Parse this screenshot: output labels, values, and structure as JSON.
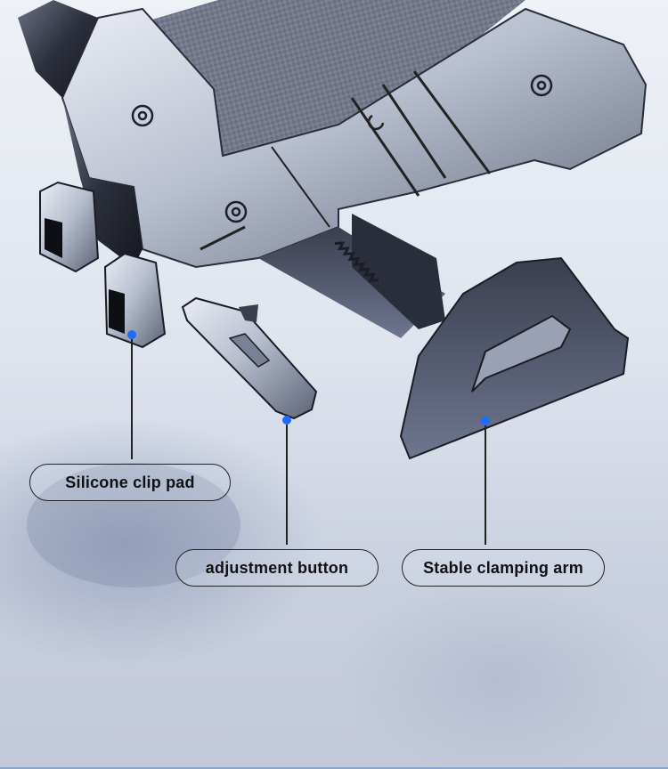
{
  "scene": {
    "subject": "exploded view of phone mount holder",
    "background_color": "#dfe4ee",
    "accent_dot_color": "#1f6bff"
  },
  "callouts": [
    {
      "id": "clip-pad",
      "label": "Silicone clip pad",
      "dot": [
        148,
        376
      ]
    },
    {
      "id": "adjust-button",
      "label": "adjustment button",
      "dot": [
        322,
        473
      ]
    },
    {
      "id": "clamping-arm",
      "label": "Stable clamping arm",
      "dot": [
        545,
        473
      ]
    }
  ]
}
